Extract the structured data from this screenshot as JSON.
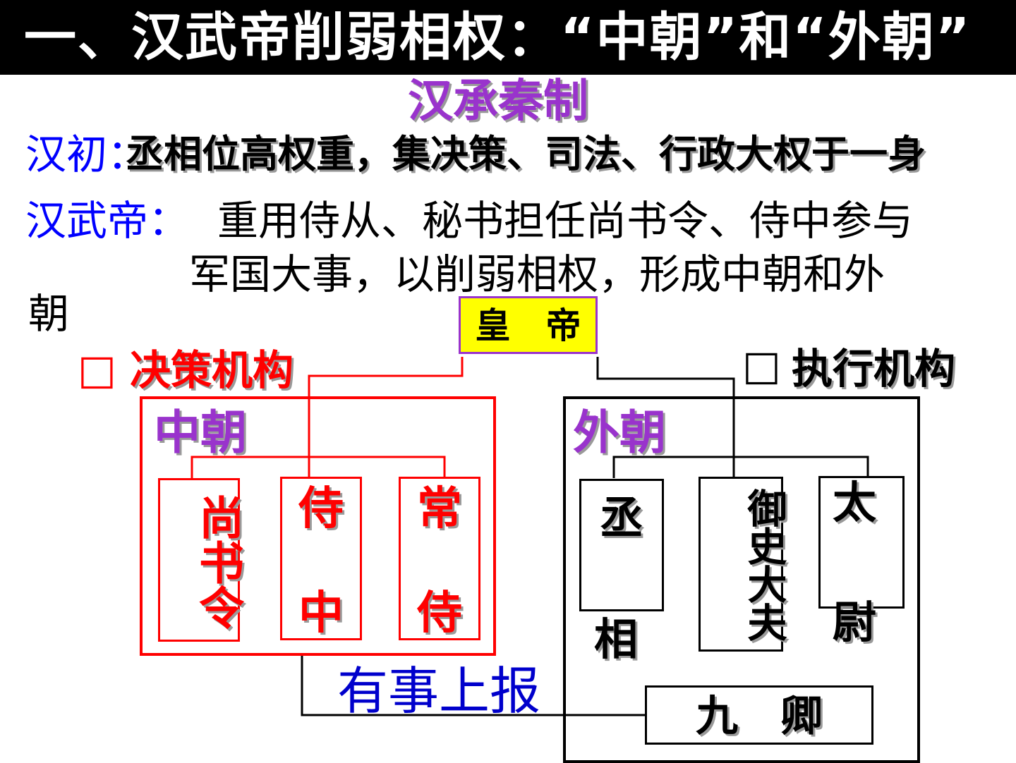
{
  "title": "一、汉武帝削弱相权：“中朝”和“外朝”",
  "subtitle": "汉承秦制",
  "lines": {
    "han_early_label": "汉初：",
    "han_early_text": "丞相位高权重，集决策、司法、行政大权于一身",
    "wudi_label": "汉武帝：",
    "wudi_text_1": "重用侍从、秘书担任尚书令、侍中参与",
    "wudi_text_2": "军国大事，以削弱相权，形成中朝和外",
    "wudi_text_3": "朝"
  },
  "diagram": {
    "emperor": "皇　帝",
    "decision_checkbox": "□",
    "decision_label": "决策机构",
    "execution_checkbox": "□",
    "execution_label": "执行机构",
    "inner_court": {
      "label": "中朝",
      "offices": [
        {
          "text": "尚书令"
        },
        {
          "text_top": "侍",
          "text_bottom": "中"
        },
        {
          "text_top": "常",
          "text_bottom": "侍"
        }
      ]
    },
    "outer_court": {
      "label": "外朝",
      "offices": [
        {
          "text_top": "丞",
          "text_bottom": "相"
        },
        {
          "text": "御史大夫"
        },
        {
          "text_top": "太",
          "text_bottom": "尉"
        }
      ],
      "nine_ministers": "九　卿"
    },
    "report_label": "有事上报"
  },
  "colors": {
    "title_bg": "#000000",
    "subtitle": "#9933cc",
    "label_blue": "#0000ff",
    "inner_red": "#ff0000",
    "emperor_fill": "#ffff00",
    "emperor_border": "#9933cc",
    "court_purple": "#9933cc"
  }
}
